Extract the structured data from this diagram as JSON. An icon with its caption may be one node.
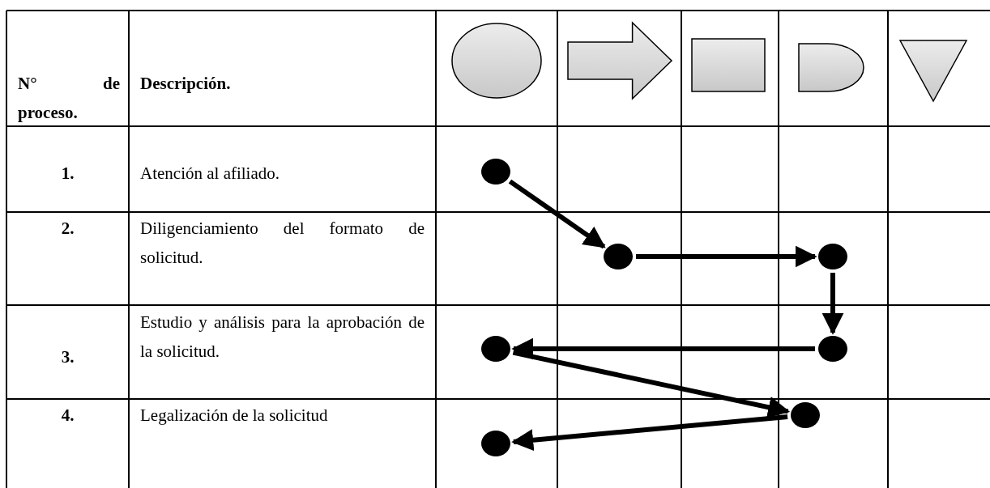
{
  "diagram": {
    "nodes": [
      {
        "text": [],
        "shape": "circle"
      },
      {
        "text": [],
        "shape": "arrow"
      },
      {
        "text": [],
        "shape": "box"
      },
      {
        "text": [],
        "shape": "delay"
      },
      {
        "text": [],
        "shape": "triangle"
      },
      {
        "text": [],
        "shape": "circle"
      },
      {
        "text": [],
        "shape": "circle"
      },
      {
        "text": [],
        "shape": "circle"
      },
      {
        "text": [],
        "shape": "circle"
      },
      {
        "text": [],
        "shape": "circle"
      },
      {
        "text": [],
        "shape": "circle"
      },
      {
        "text": [],
        "shape": "circle"
      }
    ],
    "edges": [
      {
        "from": 5,
        "to": 6,
        "arrow": "to"
      },
      {
        "from": 6,
        "to": 7,
        "arrow": "to"
      },
      {
        "from": 7,
        "to": 8,
        "arrow": "to"
      },
      {
        "from": 8,
        "to": 9,
        "arrow": "to"
      },
      {
        "from": 9,
        "to": 10,
        "arrow": "to"
      },
      {
        "from": 10,
        "to": 11,
        "arrow": "to"
      }
    ],
    "labels": [
      "N° de proceso.",
      "Descripción.",
      "1.",
      "Atención al afiliado.",
      "2.",
      "Diligenciamiento del formato de solicitud.",
      "3.",
      "Estudio y análisis para la aprobación de la solicitud.",
      "4.",
      "Legalización de la solicitud"
    ]
  }
}
